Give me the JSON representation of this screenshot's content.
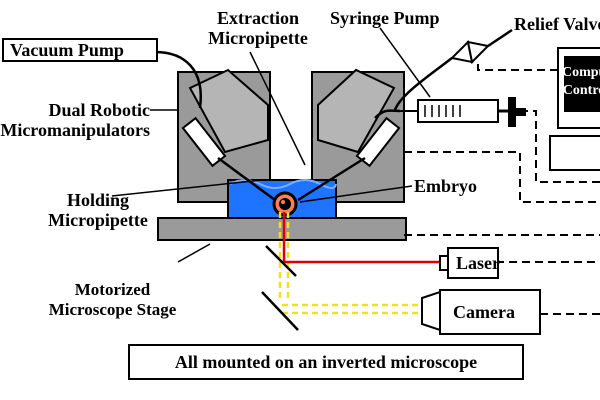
{
  "labels": {
    "vacuum_pump": "Vacuum Pump",
    "extraction_micropipette_l1": "Extraction",
    "extraction_micropipette_l2": "Micropipette",
    "syringe_pump": "Syringe Pump",
    "relief_valve": "Relief Valve",
    "dual_robotic_l1": "Dual Robotic",
    "dual_robotic_l2": "Micromanipulators",
    "embryo": "Embryo",
    "holding_micropipette_l1": "Holding",
    "holding_micropipette_l2": "Micropipette",
    "laser": "Laser",
    "motorized_stage_l1": "Motorized",
    "motorized_stage_l2": "Microscope Stage",
    "camera": "Camera",
    "computer_l1": "Computer",
    "computer_l2": "Control",
    "footer": "All mounted on an inverted microscope"
  },
  "colors": {
    "manipulator_body": "#9a9a9a",
    "manipulator_dark": "#7a7a7a",
    "media": "#1e73ff",
    "laser_beam": "#e00000",
    "camera_beam": "#f0e020",
    "stage": "#9a9a9a"
  }
}
